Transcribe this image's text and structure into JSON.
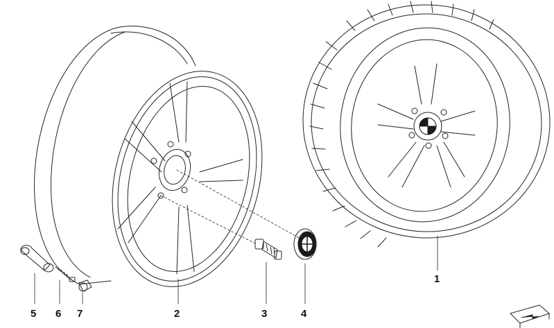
{
  "callouts": {
    "c1": "1",
    "c2": "2",
    "c3": "3",
    "c4": "4",
    "c5": "5",
    "c6": "6",
    "c7": "7"
  },
  "parts": [
    {
      "id": "c1",
      "icon": "complete-wheel-with-tire-icon"
    },
    {
      "id": "c2",
      "icon": "alloy-rim-icon"
    },
    {
      "id": "c3",
      "icon": "wheel-bolt-icon"
    },
    {
      "id": "c4",
      "icon": "hub-cap-emblem-icon"
    },
    {
      "id": "c5",
      "icon": "valve-stem-icon"
    },
    {
      "id": "c6",
      "icon": "valve-core-icon"
    },
    {
      "id": "c7",
      "icon": "valve-cap-icon"
    }
  ],
  "colors": {
    "line": "#222222",
    "background": "#ffffff",
    "emblem_blue": "#1a1a1a"
  }
}
